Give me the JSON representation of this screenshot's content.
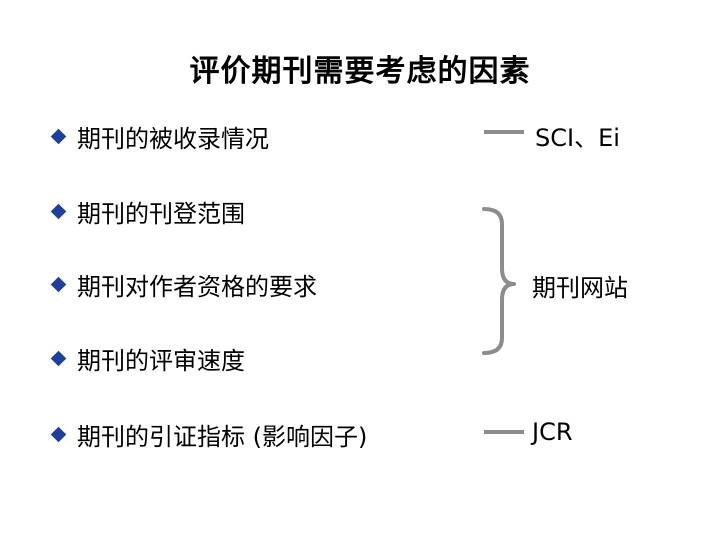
{
  "slide": {
    "title": "评价期刊需要考虑的因素",
    "bullets": [
      "期刊的被收录情况",
      "期刊的刊登范围",
      "期刊对作者资格的要求",
      "期刊的评审速度",
      "期刊的引证指标 (影响因子)"
    ],
    "sources": {
      "indexing": "SCI、Ei",
      "journal_site": "期刊网站",
      "metrics": "JCR"
    },
    "colors": {
      "bullet": "#1f3f99",
      "connector": "#8c8c8c"
    }
  }
}
